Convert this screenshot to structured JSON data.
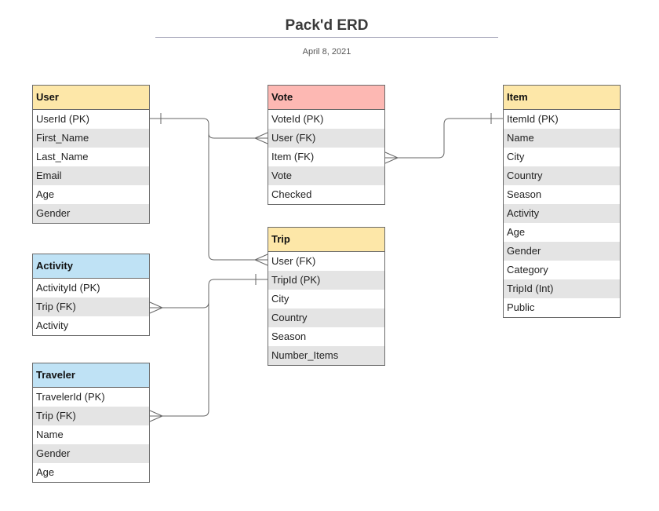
{
  "diagram": {
    "title": "Pack'd ERD",
    "date": "April 8, 2021"
  },
  "colors": {
    "header_yellow": "#fde7a8",
    "header_red": "#fdb8b3",
    "header_blue": "#bfe2f5",
    "connector": "#666666"
  },
  "entities": {
    "user": {
      "name": "User",
      "fields": [
        "UserId (PK)",
        "First_Name",
        "Last_Name",
        "Email",
        "Age",
        "Gender"
      ]
    },
    "vote": {
      "name": "Vote",
      "fields": [
        "VoteId (PK)",
        "User (FK)",
        "Item (FK)",
        "Vote",
        "Checked"
      ]
    },
    "item": {
      "name": "Item",
      "fields": [
        "ItemId (PK)",
        "Name",
        "City",
        "Country",
        "Season",
        "Activity",
        "Age",
        "Gender",
        "Category",
        "TripId (Int)",
        "Public"
      ]
    },
    "trip": {
      "name": "Trip",
      "fields": [
        "User (FK)",
        "TripId (PK)",
        "City",
        "Country",
        "Season",
        "Number_Items"
      ]
    },
    "activity": {
      "name": "Activity",
      "fields": [
        "ActivityId (PK)",
        "Trip (FK)",
        "Activity"
      ]
    },
    "traveler": {
      "name": "Traveler",
      "fields": [
        "TravelerId (PK)",
        "Trip (FK)",
        "Name",
        "Gender",
        "Age"
      ]
    }
  }
}
